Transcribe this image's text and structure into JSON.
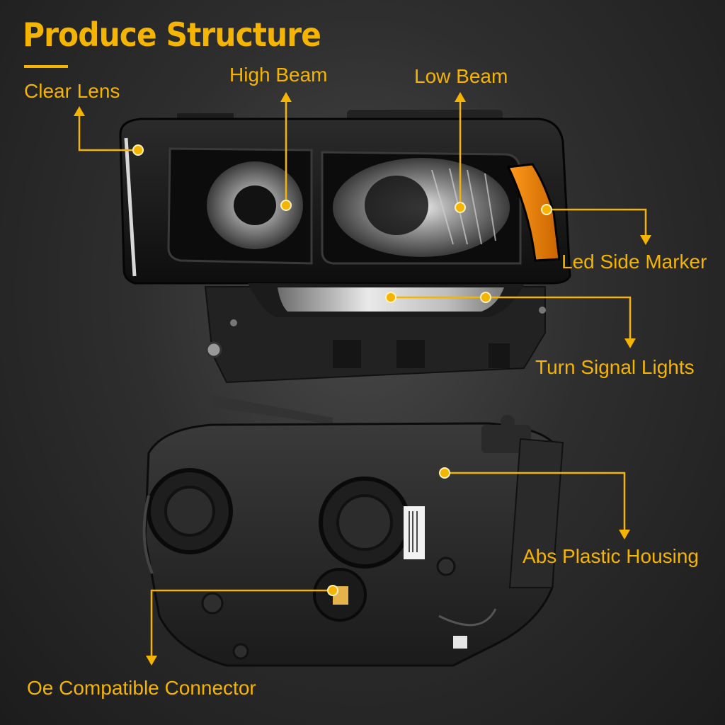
{
  "title": "Produce Structure",
  "accent_color": "#f5b400",
  "callouts": {
    "clear_lens": "Clear Lens",
    "high_beam": "High Beam",
    "low_beam": "Low Beam",
    "led_side_marker": "Led Side Marker",
    "turn_signal_lights": "Turn Signal Lights",
    "abs_plastic_housing": "Abs Plastic Housing",
    "oe_compatible_connector": "Oe Compatible Connector"
  }
}
